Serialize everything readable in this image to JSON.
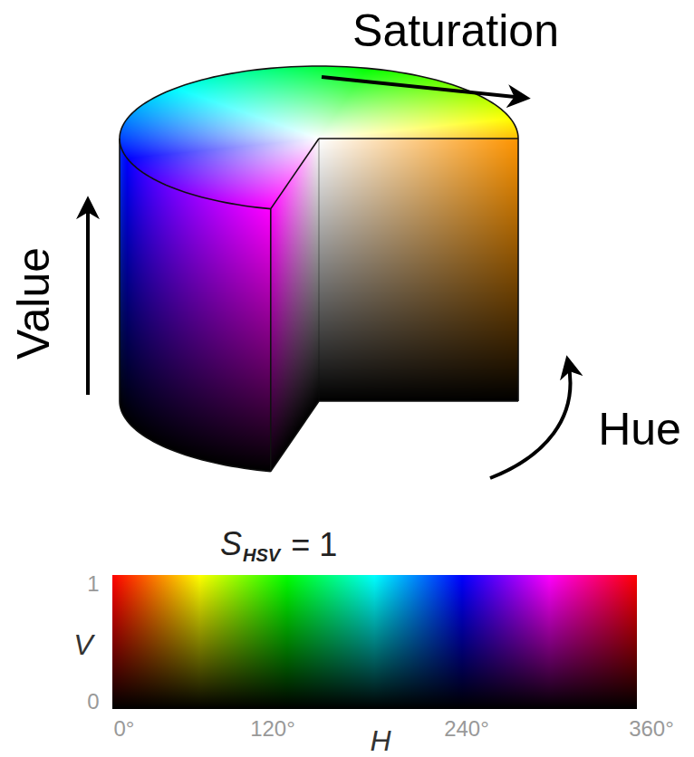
{
  "diagram": {
    "labels": [
      "Saturation",
      "Value",
      "Hue",
      "S",
      "HSV",
      "= 1",
      "1",
      "V",
      "0",
      "0°",
      "120°",
      "240°",
      "360°",
      "H"
    ]
  }
}
